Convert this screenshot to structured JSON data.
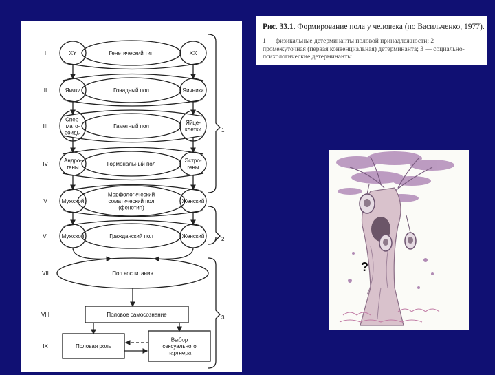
{
  "slide": {
    "background": "#101073"
  },
  "caption": {
    "title_prefix": "Рис. 33.1.",
    "title_text": "Формирование пола у человека (по Васильченко, 1977).",
    "body": "1 — физикальные детерминанты половой принадлежности; 2 — промежуточная (первая конвенциальная) детерминанта; 3 — социально-психологические детерминанты"
  },
  "diagram": {
    "rows": [
      {
        "num": "I",
        "left": "XY",
        "center": "Генетический тип",
        "right": "XX"
      },
      {
        "num": "II",
        "left": "Яички",
        "center": "Гонадный пол",
        "right": "Яичники"
      },
      {
        "num": "III",
        "left": "Спер-\nмато-\nзоиды",
        "center": "Гаметный пол",
        "right": "Яйце-\nклетки"
      },
      {
        "num": "IV",
        "left": "Андро-\nгены",
        "center": "Гормональный пол",
        "right": "Эстро-\nгены"
      },
      {
        "num": "V",
        "left": "Мужской",
        "center": "Морфологический\nсоматический пол\n(фенотип)",
        "right": "Женский"
      },
      {
        "num": "VI",
        "left": "Мужской",
        "center": "Гражданский пол",
        "right": "Женский"
      },
      {
        "num": "VII",
        "center": "Пол воспитания"
      },
      {
        "num": "VIII",
        "center": "Половое самосознание"
      },
      {
        "num": "IX",
        "left": "Половая роль",
        "right": "Выбор\nсексуального\nпартнера"
      }
    ],
    "bracket_labels": [
      "1",
      "2",
      "3"
    ]
  },
  "illustration": {
    "description_icon": "tree-with-portraits-illustration",
    "question_mark": "?"
  }
}
